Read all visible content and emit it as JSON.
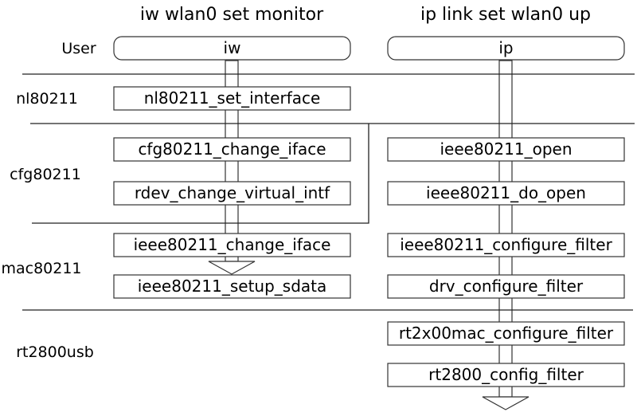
{
  "columns": {
    "left_title": "iw wlan0 set monitor",
    "right_title": "ip link set wlan0 up"
  },
  "layers": {
    "user": "User",
    "nl80211": "nl80211",
    "cfg80211": "cfg80211",
    "mac80211": "mac80211",
    "rt2800usb": "rt2800usb"
  },
  "left_boxes": {
    "iw": "iw",
    "nl80211_set_interface": "nl80211_set_interface",
    "cfg80211_change_iface": "cfg80211_change_iface",
    "rdev_change_virtual_intf": "rdev_change_virtual_intf",
    "ieee80211_change_iface": "ieee80211_change_iface",
    "ieee80211_setup_sdata": "ieee80211_setup_sdata"
  },
  "right_boxes": {
    "ip": "ip",
    "ieee80211_open": "ieee80211_open",
    "ieee80211_do_open": "ieee80211_do_open",
    "ieee80211_configure_filter": "ieee80211_configure_filter",
    "drv_configure_filter": "drv_configure_filter",
    "rt2x00mac_configure_filter": "rt2x00mac_configure_filter",
    "rt2800_config_filter": "rt2800_config_filter"
  }
}
